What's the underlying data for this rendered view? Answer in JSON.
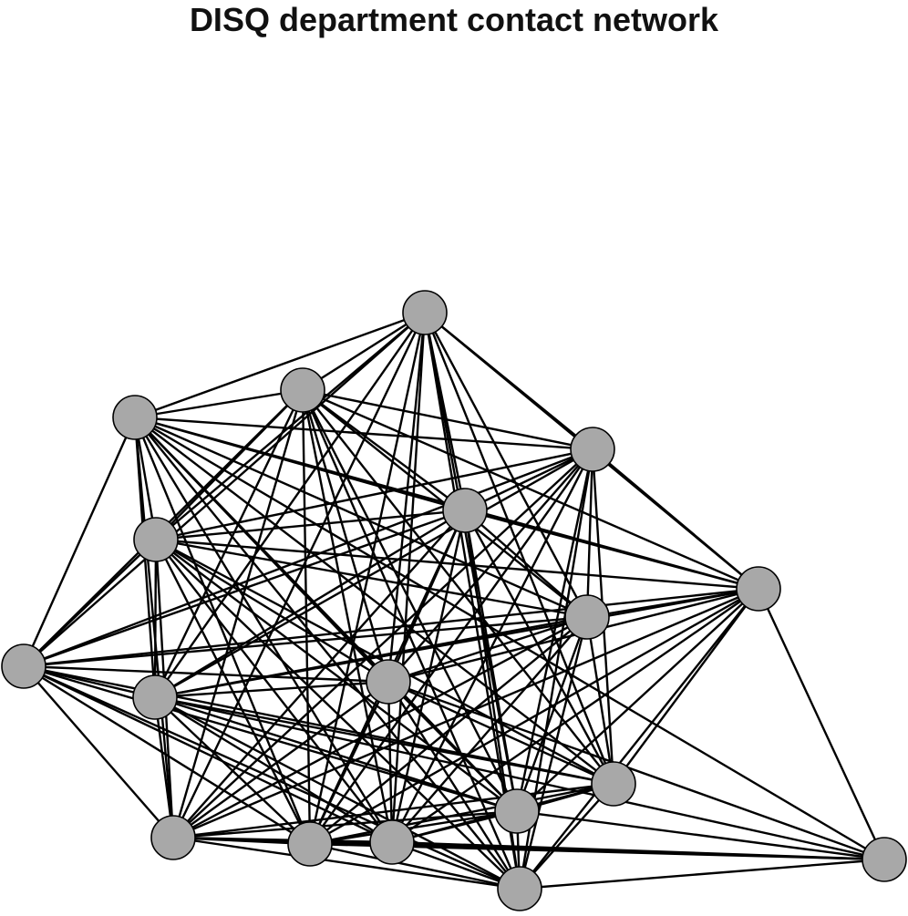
{
  "title": "DISQ department contact network",
  "colors": {
    "node_fill": "#a8a8a8",
    "node_stroke": "#000000",
    "edge": "#000000",
    "background": "#ffffff"
  },
  "graph": {
    "type": "network",
    "directed": false,
    "node_count": 18,
    "nodes": [
      {
        "id": 1
      },
      {
        "id": 2
      },
      {
        "id": 3
      },
      {
        "id": 4
      },
      {
        "id": 5
      },
      {
        "id": 6
      },
      {
        "id": 7
      },
      {
        "id": 8
      },
      {
        "id": 9
      },
      {
        "id": 10
      },
      {
        "id": 11
      },
      {
        "id": 12
      },
      {
        "id": 13
      },
      {
        "id": 14
      },
      {
        "id": 15
      },
      {
        "id": 16
      },
      {
        "id": 17
      },
      {
        "id": 18
      }
    ],
    "edges": [
      [
        1,
        2
      ],
      [
        1,
        3
      ],
      [
        1,
        4
      ],
      [
        1,
        5
      ],
      [
        1,
        6
      ],
      [
        1,
        7
      ],
      [
        1,
        8
      ],
      [
        1,
        9
      ],
      [
        1,
        10
      ],
      [
        1,
        11
      ],
      [
        1,
        12
      ],
      [
        1,
        13
      ],
      [
        1,
        14
      ],
      [
        1,
        15
      ],
      [
        1,
        16
      ],
      [
        1,
        17
      ],
      [
        2,
        3
      ],
      [
        2,
        4
      ],
      [
        2,
        5
      ],
      [
        2,
        6
      ],
      [
        2,
        7
      ],
      [
        2,
        8
      ],
      [
        2,
        9
      ],
      [
        2,
        10
      ],
      [
        2,
        11
      ],
      [
        2,
        12
      ],
      [
        2,
        13
      ],
      [
        2,
        14
      ],
      [
        2,
        15
      ],
      [
        2,
        16
      ],
      [
        2,
        17
      ],
      [
        3,
        4
      ],
      [
        3,
        5
      ],
      [
        3,
        6
      ],
      [
        3,
        7
      ],
      [
        3,
        8
      ],
      [
        3,
        9
      ],
      [
        3,
        10
      ],
      [
        3,
        11
      ],
      [
        3,
        12
      ],
      [
        3,
        13
      ],
      [
        3,
        14
      ],
      [
        3,
        15
      ],
      [
        3,
        16
      ],
      [
        3,
        17
      ],
      [
        3,
        18
      ],
      [
        4,
        5
      ],
      [
        4,
        6
      ],
      [
        4,
        7
      ],
      [
        4,
        8
      ],
      [
        4,
        9
      ],
      [
        4,
        10
      ],
      [
        4,
        11
      ],
      [
        4,
        12
      ],
      [
        4,
        13
      ],
      [
        4,
        14
      ],
      [
        4,
        15
      ],
      [
        4,
        16
      ],
      [
        4,
        17
      ],
      [
        5,
        6
      ],
      [
        5,
        7
      ],
      [
        5,
        8
      ],
      [
        5,
        9
      ],
      [
        5,
        10
      ],
      [
        5,
        11
      ],
      [
        5,
        12
      ],
      [
        5,
        13
      ],
      [
        5,
        14
      ],
      [
        5,
        15
      ],
      [
        5,
        16
      ],
      [
        5,
        17
      ],
      [
        6,
        7
      ],
      [
        6,
        8
      ],
      [
        6,
        9
      ],
      [
        6,
        10
      ],
      [
        6,
        11
      ],
      [
        6,
        12
      ],
      [
        6,
        13
      ],
      [
        6,
        14
      ],
      [
        6,
        15
      ],
      [
        6,
        16
      ],
      [
        6,
        17
      ],
      [
        7,
        8
      ],
      [
        7,
        9
      ],
      [
        7,
        10
      ],
      [
        7,
        11
      ],
      [
        7,
        12
      ],
      [
        7,
        13
      ],
      [
        7,
        14
      ],
      [
        7,
        15
      ],
      [
        7,
        16
      ],
      [
        7,
        17
      ],
      [
        7,
        18
      ],
      [
        8,
        9
      ],
      [
        8,
        10
      ],
      [
        8,
        11
      ],
      [
        8,
        12
      ],
      [
        8,
        13
      ],
      [
        8,
        14
      ],
      [
        8,
        15
      ],
      [
        8,
        16
      ],
      [
        8,
        17
      ],
      [
        9,
        10
      ],
      [
        9,
        11
      ],
      [
        9,
        12
      ],
      [
        9,
        13
      ],
      [
        9,
        14
      ],
      [
        9,
        15
      ],
      [
        9,
        16
      ],
      [
        9,
        17
      ],
      [
        10,
        11
      ],
      [
        10,
        12
      ],
      [
        10,
        13
      ],
      [
        10,
        14
      ],
      [
        10,
        15
      ],
      [
        10,
        16
      ],
      [
        10,
        17
      ],
      [
        10,
        18
      ],
      [
        11,
        12
      ],
      [
        11,
        13
      ],
      [
        11,
        14
      ],
      [
        11,
        15
      ],
      [
        11,
        16
      ],
      [
        11,
        17
      ],
      [
        11,
        18
      ],
      [
        12,
        13
      ],
      [
        12,
        14
      ],
      [
        12,
        15
      ],
      [
        12,
        16
      ],
      [
        12,
        17
      ],
      [
        13,
        14
      ],
      [
        13,
        15
      ],
      [
        13,
        16
      ],
      [
        13,
        17
      ],
      [
        13,
        18
      ],
      [
        14,
        15
      ],
      [
        14,
        16
      ],
      [
        14,
        17
      ],
      [
        14,
        18
      ],
      [
        15,
        16
      ],
      [
        15,
        17
      ],
      [
        15,
        18
      ],
      [
        16,
        17
      ],
      [
        16,
        18
      ],
      [
        17,
        18
      ]
    ]
  }
}
